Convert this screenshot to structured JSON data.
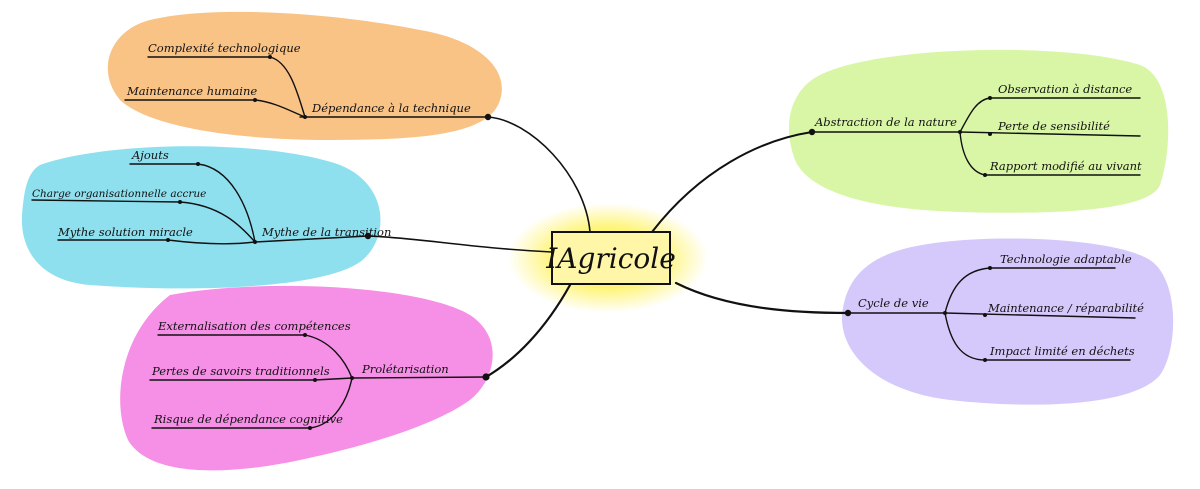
{
  "center": {
    "label": "IAgricole"
  },
  "colors": {
    "orange": "#f9c386",
    "cyan": "#8fe0ef",
    "pink": "#f68fe6",
    "green": "#d9f6a6",
    "lavender": "#d5c9fb",
    "glow": "#fff36a"
  },
  "branches": {
    "technique": {
      "label": "Dépendance à la technique",
      "leaves": [
        "Complexité technologique",
        "Maintenance humaine"
      ]
    },
    "transition": {
      "label": "Mythe de la transition",
      "leaves": [
        "Ajouts",
        "Charge organisationnelle accrue",
        "Mythe solution miracle"
      ]
    },
    "proletarisation": {
      "label": "Prolétarisation",
      "leaves": [
        "Externalisation des compétences",
        "Pertes de savoirs traditionnels",
        "Risque de dépendance cognitive"
      ]
    },
    "abstraction": {
      "label": "Abstraction de la nature",
      "leaves": [
        "Observation à distance",
        "Perte de sensibilité",
        "Rapport modifié au vivant"
      ]
    },
    "cycle": {
      "label": "Cycle de vie",
      "leaves": [
        "Technologie adaptable",
        "Maintenance / réparabilité",
        "Impact limité en déchets"
      ]
    }
  }
}
